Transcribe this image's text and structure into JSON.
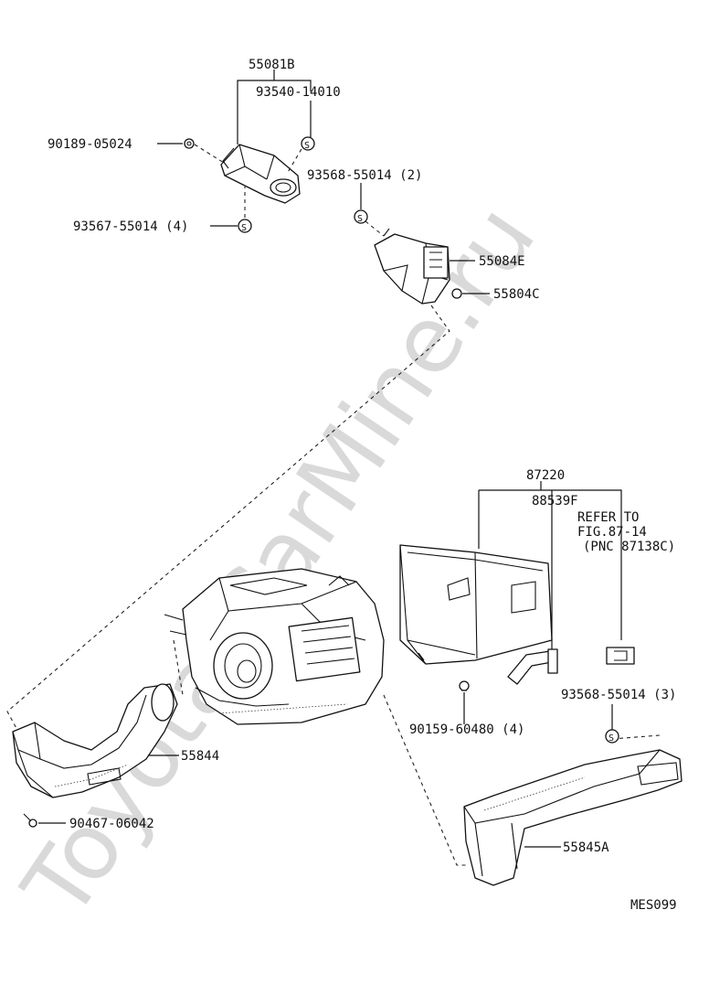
{
  "diagram": {
    "labels": {
      "l_55081b": "55081B",
      "l_93540": "93540-14010",
      "l_90189": "90189-05024",
      "l_93568_2": "93568-55014 (2)",
      "l_93567": "93567-55014 (4)",
      "l_55084e": "55084E",
      "l_55804c": "55804C",
      "l_87220": "87220",
      "l_88539f": "88539F",
      "l_refer1": "REFER TO",
      "l_refer2": "FIG.87-14",
      "l_refer3": "(PNC 87138C)",
      "l_90159": "90159-60480 (4)",
      "l_93568_3": "93568-55014 (3)",
      "l_55844": "55844",
      "l_90467": "90467-06042",
      "l_55845a": "55845A",
      "l_mes": "MES099"
    },
    "screw_mark": "S",
    "watermark": "Toyota-CarMine.ru"
  }
}
